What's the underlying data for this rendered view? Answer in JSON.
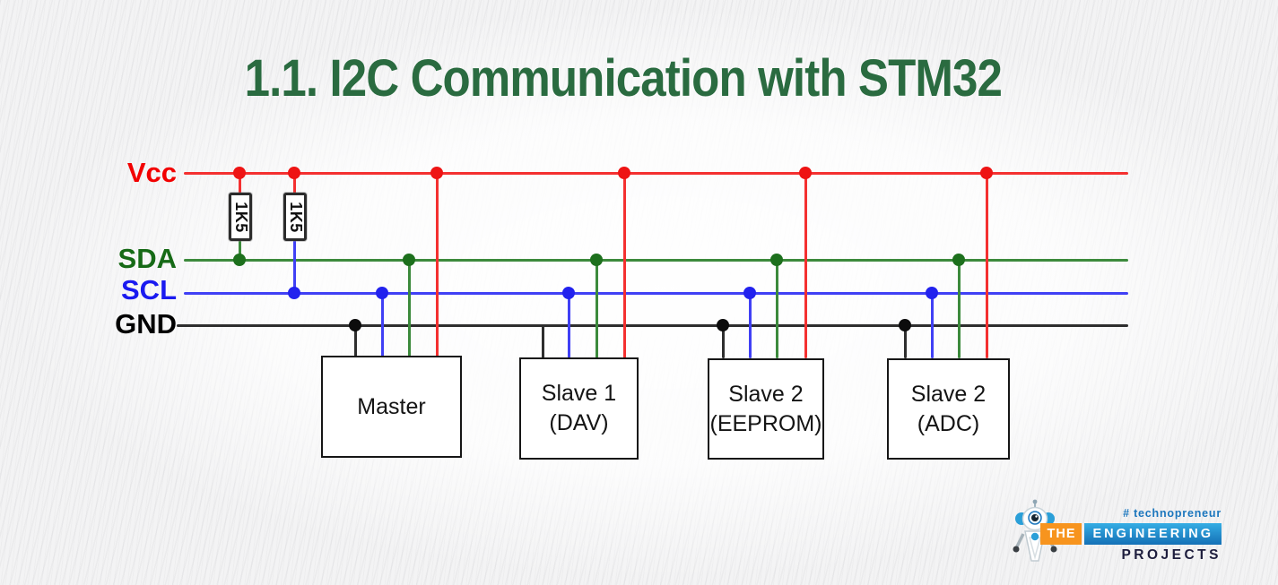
{
  "title": "1.1. I2C Communication with STM32",
  "bus_labels": {
    "vcc": "Vcc",
    "sda": "SDA",
    "scl": "SCL",
    "gnd": "GND"
  },
  "resistors": {
    "r1": "1K5",
    "r2": "1K5"
  },
  "devices": [
    {
      "line1": "Master",
      "line2": ""
    },
    {
      "line1": "Slave 1",
      "line2": "(DAV)"
    },
    {
      "line1": "Slave 2",
      "line2": "(EEPROM)"
    },
    {
      "line1": "Slave 2",
      "line2": "(ADC)"
    }
  ],
  "logo": {
    "tagline": "# technopreneur",
    "the": "THE",
    "engineering": "ENGINEERING",
    "projects": "PROJECTS"
  },
  "colors": {
    "title_green": "#2a6b40",
    "vcc_red": "#f43030",
    "sda_green": "#3c8a3c",
    "scl_blue": "#4040f5",
    "gnd_black": "#2e2e2e",
    "label_vcc": "#f20000",
    "label_sda": "#166a16",
    "label_scl": "#1a1af0",
    "label_gnd": "#000000",
    "logo_orange": "#f7941e",
    "logo_blue": "#1b76bd",
    "logo_navy": "#1d1d3d"
  }
}
